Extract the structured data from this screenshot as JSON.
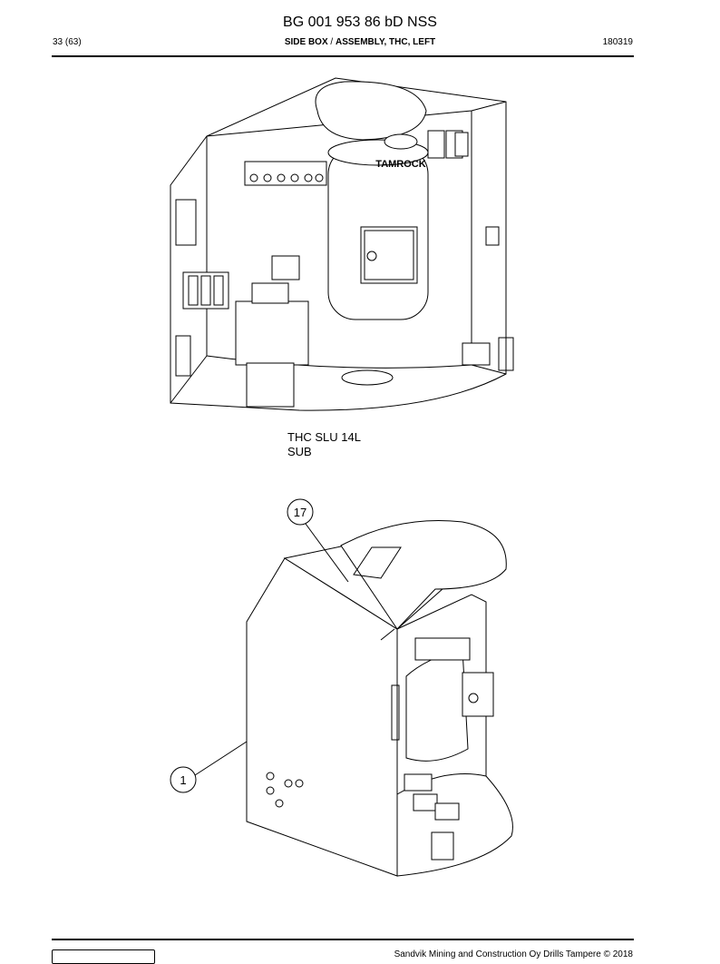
{
  "header": {
    "title": "BG 001 953 86 bD NSS",
    "page_number": "33 (63)",
    "section_bold_1": "SIDE BOX",
    "section_separator": " / ",
    "section_bold_2": "ASSEMBLY, THC, LEFT",
    "date_code": "180319"
  },
  "figure_top": {
    "caption_line_1": "THC SLU 14L",
    "caption_line_2": "SUB",
    "brand_label": "TAMROCK"
  },
  "figure_bottom": {
    "callouts": [
      {
        "number": "17"
      },
      {
        "number": "1"
      }
    ]
  },
  "footer": {
    "copyright": "Sandvik Mining and Construction Oy Drills Tampere © 2018"
  }
}
